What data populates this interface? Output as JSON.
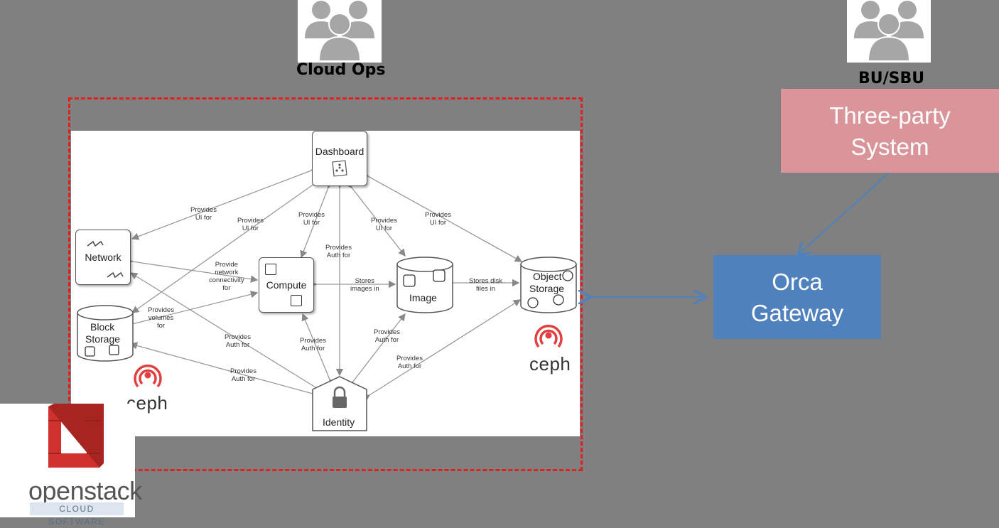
{
  "actors": {
    "cloud_ops": {
      "label": "Cloud Ops",
      "icon": "user-group-icon"
    },
    "bu_sbu": {
      "label": "BU/SBU",
      "icon": "user-group-icon"
    }
  },
  "third_party": {
    "line1": "Three-party",
    "line2": "System"
  },
  "orca": {
    "line1": "Orca",
    "line2": "Gateway"
  },
  "openstack": {
    "word": "openstack",
    "tagline": "CLOUD SOFTWARE"
  },
  "ceph": {
    "label": "ceph"
  },
  "nodes": {
    "dashboard": "Dashboard",
    "network": "Network",
    "compute": "Compute",
    "image": "Image",
    "object_storage_1": "Object",
    "object_storage_2": "Storage",
    "block_storage_1": "Block",
    "block_storage_2": "Storage",
    "identity": "Identity"
  },
  "edges": {
    "dash_network": "Provides\nUI for",
    "dash_block": "Provides\nUI for",
    "dash_compute": "Provides\nUI for",
    "dash_identity": "Provides\nAuth for",
    "dash_image": "Provides\nUI for",
    "dash_object": "Provides\nUI for",
    "network_compute": "Provide\nnetwork\nconnectivity\nfor",
    "block_compute": "Provides\nvolumes\nfor",
    "compute_image": "Stores\nimages in",
    "image_object": "Stores disk\nfiles in",
    "identity_network": "Provides\nAuth for",
    "identity_block": "Provides\nAuth for",
    "identity_compute": "Provides\nAuth for",
    "identity_image": "Provides\nAuth for",
    "identity_object": "Provides\nAuth for"
  },
  "colors": {
    "background": "#808080",
    "dashed_border": "#e02020",
    "third_party": "#d9959a",
    "orca": "#4f81bd",
    "connector": "#4f81bd",
    "ceph_red": "#e04040",
    "openstack_red": "#d0312d"
  }
}
